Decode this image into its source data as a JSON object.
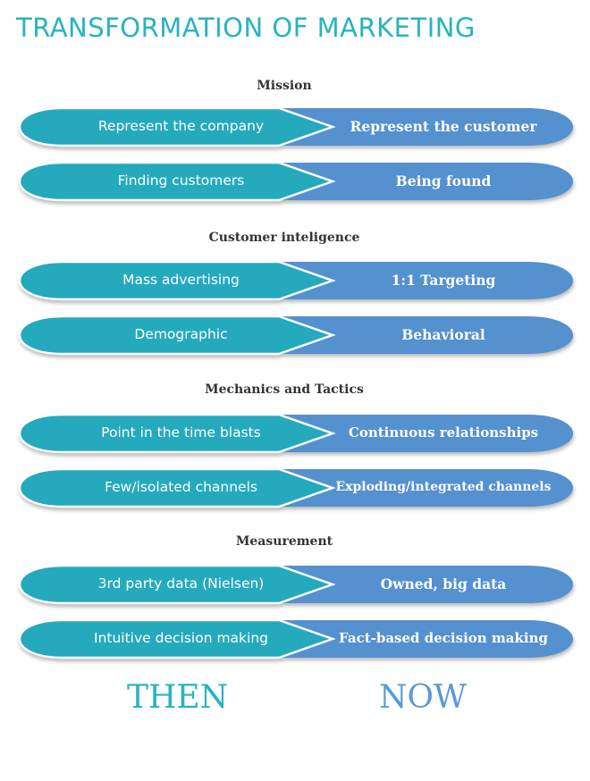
{
  "title": "TRANSFORMATION OF MARKETING",
  "colors": {
    "then_fill": "#25a9bd",
    "now_fill": "#5590cf",
    "title": "#27b3c2",
    "now_label": "#5a9ad4"
  },
  "sections": [
    {
      "title": "Mission",
      "rows": [
        {
          "then": "Represent the company",
          "now": "Represent the customer"
        },
        {
          "then": "Finding customers",
          "now": "Being found"
        }
      ]
    },
    {
      "title": "Customer inteligence",
      "rows": [
        {
          "then": "Mass advertising",
          "now": "1:1 Targeting"
        },
        {
          "then": "Demographic",
          "now": "Behavioral"
        }
      ]
    },
    {
      "title": "Mechanics and Tactics",
      "rows": [
        {
          "then": "Point in the time blasts",
          "now": "Continuous relationships"
        },
        {
          "then": "Few/isolated channels",
          "now": "Exploding/integrated channels"
        }
      ]
    },
    {
      "title": "Measurement",
      "rows": [
        {
          "then": "3rd party data (Nielsen)",
          "now": "Owned, big data"
        },
        {
          "then": "Intuitive decision making",
          "now": "Fact-based decision making"
        }
      ]
    }
  ],
  "footer": {
    "then": "THEN",
    "now": "NOW"
  }
}
